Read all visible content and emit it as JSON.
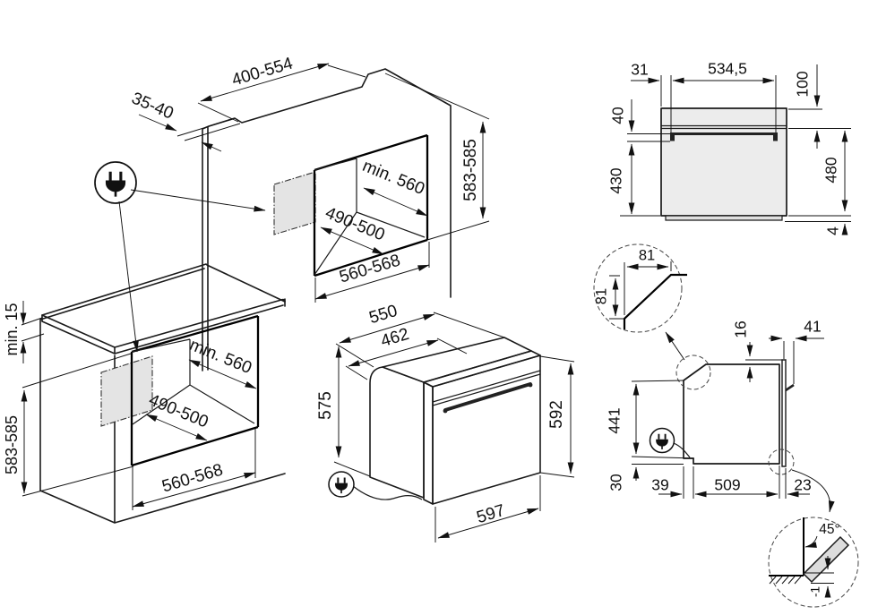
{
  "title": "Built-in oven installation diagram",
  "colors": {
    "line": "#1a1a1a",
    "front_panel_fill": "#ececec",
    "door_fill": "#e9e9e9",
    "door_top_fill": "#9e9e9e",
    "door_edge_fill": "#c9c9c9",
    "patch_fill": "#e4e4e4",
    "wedge_fill": "#dcdcdc"
  },
  "icons": {
    "power_plug": "power-plug-icon"
  },
  "dims": {
    "top_cutout_width": "400-554",
    "top_cutout_depth": "35-40",
    "column_niche_height": "583-585",
    "column_niche_depth": "min. 560",
    "column_inner_width": "490-500",
    "column_niche_width": "560-568",
    "worktop_clearance": "min. 15",
    "base_niche_height": "583-585",
    "base_niche_depth": "min. 560",
    "base_inner_width": "490-500",
    "base_niche_width": "560-568",
    "oven_body_width": "550",
    "oven_inner_width": "462",
    "oven_body_height": "575",
    "oven_height": "592",
    "oven_width": "597",
    "front_side_offset": "31",
    "front_handle_width": "534,5",
    "front_top_offset": "100",
    "front_handle_offset": "40",
    "front_lower_height": "430",
    "front_door_height": "480",
    "front_bottom_gap": "4",
    "chamfer_width": "81",
    "chamfer_height": "81",
    "side_top_gap": "16",
    "side_front_depth": "41",
    "side_height": "441",
    "side_bottom_gap": "30",
    "side_back_gap": "39",
    "side_depth": "509",
    "side_door_depth": "23",
    "corner_angle": "45°",
    "floor_tolerance": "-1"
  }
}
